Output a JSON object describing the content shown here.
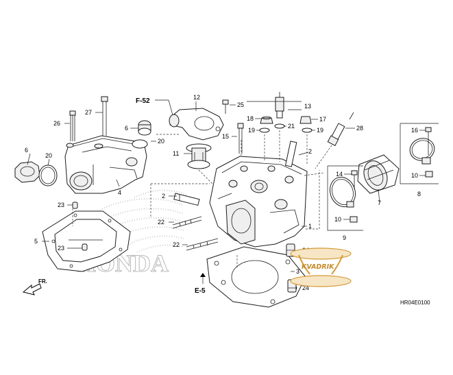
{
  "diagram": {
    "code": "HR04E0100",
    "refs": {
      "f52": "F-52",
      "e5": "E-5",
      "fr": "FR."
    },
    "watermark": {
      "brand": "HONDA",
      "logo": "KVADRIK"
    },
    "callouts": {
      "c1": "1",
      "c2a": "2",
      "c2b": "2",
      "c3": "3",
      "c4": "4",
      "c5": "5",
      "c6a": "6",
      "c6b": "6",
      "c7": "7",
      "c8": "8",
      "c9": "9",
      "c10a": "10",
      "c10b": "10",
      "c11": "11",
      "c12": "12",
      "c13": "13",
      "c14": "14",
      "c15": "15",
      "c16": "16",
      "c17": "17",
      "c18": "18",
      "c19a": "19",
      "c19b": "19",
      "c20a": "20",
      "c20b": "20",
      "c21": "21",
      "c22a": "22",
      "c22b": "22",
      "c23a": "23",
      "c23b": "23",
      "c24a": "24",
      "c24b": "24",
      "c25": "25",
      "c26": "26",
      "c27": "27",
      "c28": "28"
    }
  }
}
